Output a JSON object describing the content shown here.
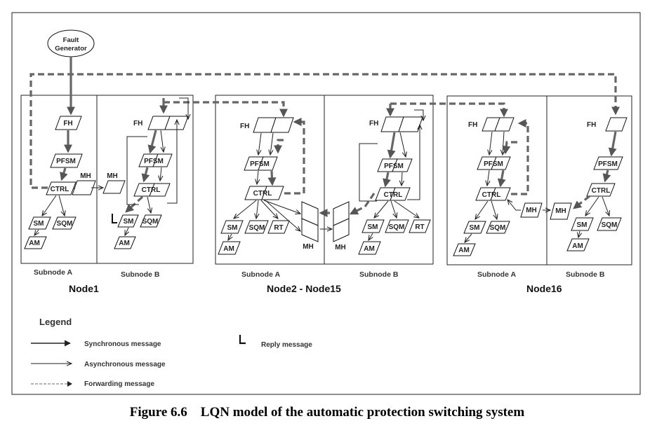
{
  "fault_generator": {
    "line1": "Fault",
    "line2": "Generator"
  },
  "labels": {
    "fh": "FH",
    "pfsm": "PFSM",
    "ctrl": "CTRL",
    "mh": "MH",
    "sm": "SM",
    "sqm": "SQM",
    "am": "AM",
    "rt": "RT"
  },
  "subnodes": {
    "a": "Subnode A",
    "b": "Subnode B"
  },
  "nodes": [
    "Node1",
    "Node2 - Node15",
    "Node16"
  ],
  "legend": {
    "title": "Legend",
    "sync": "Synchronous message",
    "async": "Asynchronous message",
    "forward": "Forwarding message",
    "reply": "Reply message"
  },
  "caption": "Figure 6.6    LQN model of the automatic protection switching system",
  "colors": {
    "frame": "#222222",
    "flow": "#666666",
    "text": "#222222"
  }
}
